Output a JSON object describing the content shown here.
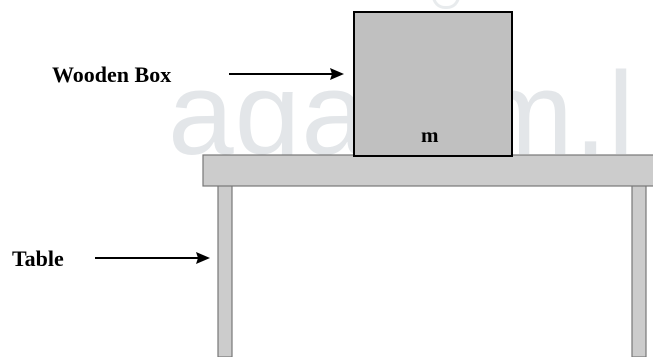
{
  "watermark": "agaram.l",
  "labels": {
    "box": "Wooden Box",
    "table": "Table",
    "mass": "m"
  },
  "colors": {
    "box_fill": "#c0c0c0",
    "table_fill": "#cccccc",
    "outline": "#777777",
    "watermark": "#e3e6e9"
  }
}
